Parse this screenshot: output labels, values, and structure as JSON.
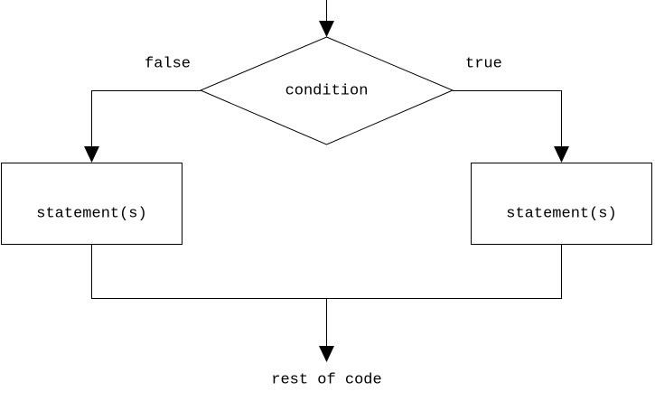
{
  "diagram": {
    "decision": "condition",
    "false_branch": {
      "label": "false",
      "statement": "statement(s)"
    },
    "true_branch": {
      "label": "true",
      "statement": "statement(s)"
    },
    "exit": "rest of code"
  }
}
